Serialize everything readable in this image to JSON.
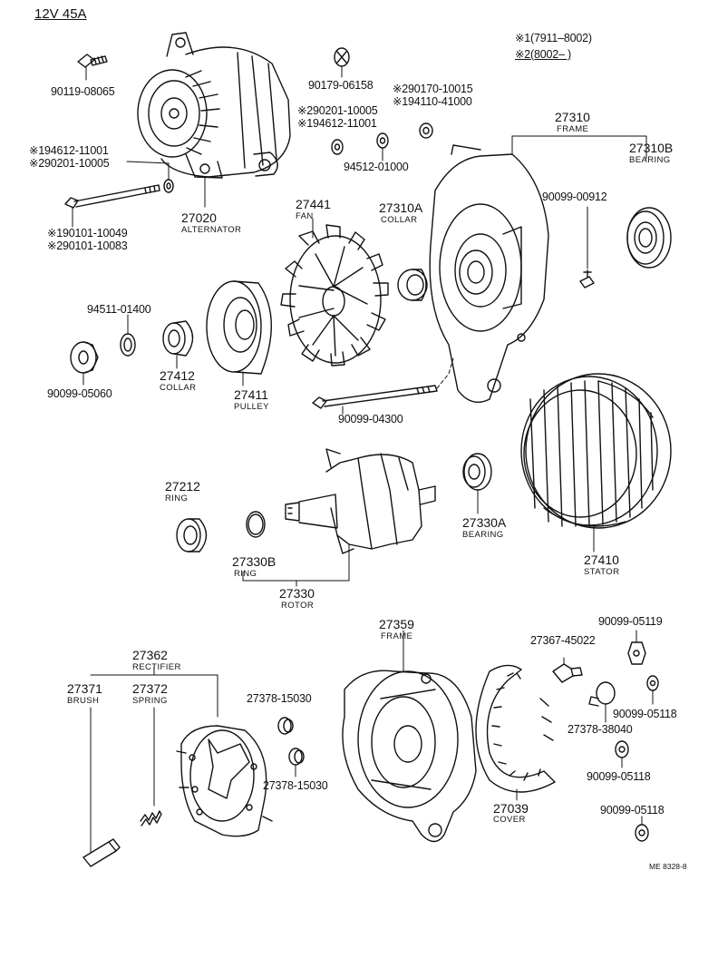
{
  "title": "12V  45A",
  "legend": [
    "※1(7911–8002)",
    "※2(8002–        )"
  ],
  "ref": "ME 8328-8",
  "labels": {
    "p90119": "90119-08065",
    "p90179": "90179-06158",
    "p290170": "※290170-10015",
    "p194110": "※194110-41000",
    "p290201a": "※290201-10005",
    "p194612a": "※194612-11001",
    "p94512": "94512-01000",
    "p194612b": "※194612-11001",
    "p290201b": "※290201-10005",
    "p27020": "27020",
    "p27020n": "ALTERNATOR",
    "p190101": "※190101-10049",
    "p290101": "※290101-10083",
    "p27310": "27310",
    "p27310n": "FRAME",
    "p27310b": "27310B",
    "p27310bn": "BEARING",
    "p90099_00912": "90099-00912",
    "p27441": "27441",
    "p27441n": "FAN",
    "p27310a": "27310A",
    "p27310an": "COLLAR",
    "p94511": "94511-01400",
    "p90099_05060": "90099-05060",
    "p27412": "27412",
    "p27412n": "COLLAR",
    "p27411": "27411",
    "p27411n": "PULLEY",
    "p90099_04300": "90099-04300",
    "p27212": "27212",
    "p27212n": "RING",
    "p27330b": "27330B",
    "p27330bn": "RING",
    "p27330": "27330",
    "p27330n": "ROTOR",
    "p27330a": "27330A",
    "p27330an": "BEARING",
    "p27410": "27410",
    "p27410n": "STATOR",
    "p27362": "27362",
    "p27362n": "RECTIFIER",
    "p27371": "27371",
    "p27371n": "BRUSH",
    "p27372": "27372",
    "p27372n": "SPRING",
    "p27378_15030a": "27378-15030",
    "p27378_15030b": "27378-15030",
    "p27359": "27359",
    "p27359n": "FRAME",
    "p27367": "27367-45022",
    "p90099_05119": "90099-05119",
    "p90099_05118a": "90099-05118",
    "p27378_38040": "27378-38040",
    "p90099_05118b": "90099-05118",
    "p27039": "27039",
    "p27039n": "COVER",
    "p90099_05118c": "90099-05118"
  }
}
